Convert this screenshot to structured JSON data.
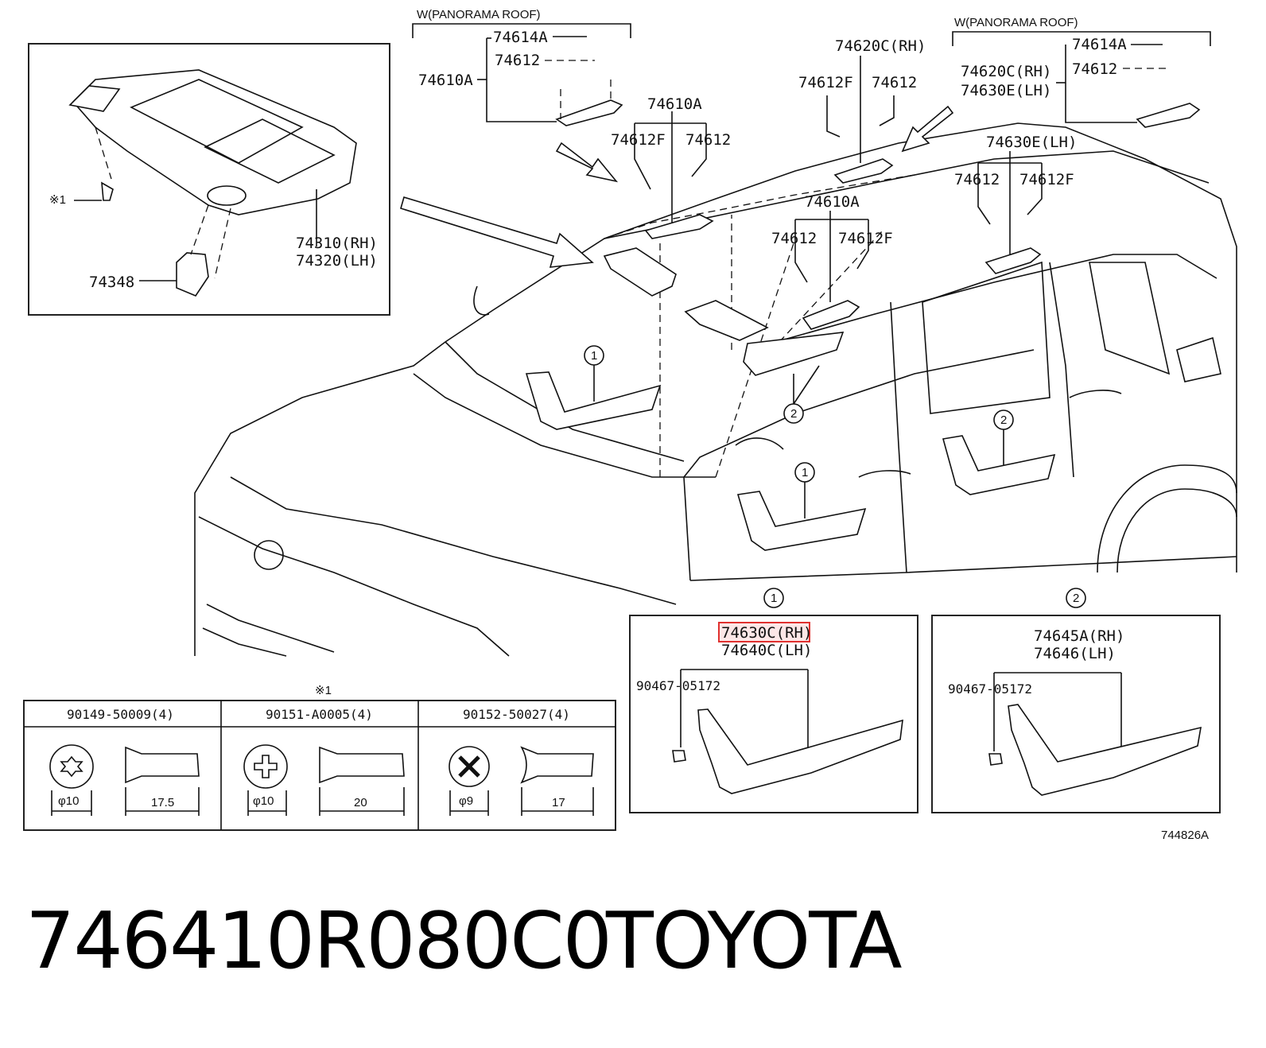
{
  "diagram": {
    "labels": {
      "panorama_left": "W(PANORAMA ROOF)",
      "panorama_right": "W(PANORAMA ROOF)",
      "p74614A_l": "74614A",
      "p74612_l": "74612",
      "p74610A_l": "74610A",
      "p74610A_m": "74610A",
      "p74612F_m": "74612F",
      "p74612_m": "74612",
      "p74620C_c": "74620C(RH)",
      "p74612F_c": "74612F",
      "p74612_c": "74612",
      "p74610A_c": "74610A",
      "p74612_c2": "74612",
      "p74612F_c2": "74612F",
      "p74614A_r": "74614A",
      "p74612_r": "74612",
      "p74620C_r": "74620C(RH)",
      "p74630E_r": "74630E(LH)",
      "p74630E_c": "74630E(LH)",
      "p74612_r2": "74612",
      "p74612F_r2": "74612F",
      "visor_note": "※1",
      "visor_rh": "74310(RH)",
      "visor_lh": "74320(LH)",
      "visor_holder": "74348",
      "callout_1a": "1",
      "callout_1b": "1",
      "callout_2a": "2",
      "callout_2b": "2",
      "detail1_num": "1",
      "detail2_num": "2",
      "detail1_part_rh": "74630C(RH)",
      "detail1_part_lh": "74640C(LH)",
      "detail1_clip": "90467-05172",
      "detail2_part_rh": "74645A(RH)",
      "detail2_part_lh": "74646(LH)",
      "detail2_clip": "90467-05172",
      "screw_note": "※1",
      "diagram_code": "744826A"
    },
    "screws": [
      {
        "part": "90149-50009(4)",
        "diameter": "φ10",
        "length": "17.5",
        "head": "torx"
      },
      {
        "part": "90151-A0005(4)",
        "diameter": "φ10",
        "length": "20",
        "head": "phillips"
      },
      {
        "part": "90152-50027(4)",
        "diameter": "φ9",
        "length": "17",
        "head": "cross"
      }
    ],
    "highlighted_part": "74630C(RH)"
  },
  "footer": {
    "part_number": "746410R080C0",
    "brand": "TOYOTA"
  }
}
